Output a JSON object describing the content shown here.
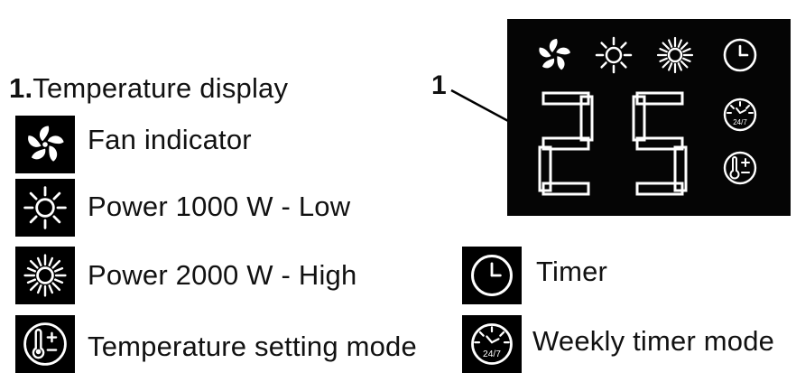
{
  "legend": {
    "heading": {
      "number": "1.",
      "text": "Temperature display"
    },
    "items": [
      {
        "label": "Fan indicator",
        "icon": "fan-icon"
      },
      {
        "label": "Power 1000 W - Low",
        "icon": "sun-low-icon"
      },
      {
        "label": "Power 2000 W - High",
        "icon": "sun-high-icon"
      },
      {
        "label": "Temperature setting mode",
        "icon": "thermometer-plus-minus-icon"
      },
      {
        "label": "Timer",
        "icon": "clock-icon"
      },
      {
        "label": "Weekly timer mode",
        "icon": "weekly-timer-icon"
      }
    ]
  },
  "display": {
    "callout": "1",
    "digits": "25",
    "weekly_badge": "24/7",
    "colors": {
      "background": "#050505",
      "foreground": "#ffffff"
    }
  }
}
